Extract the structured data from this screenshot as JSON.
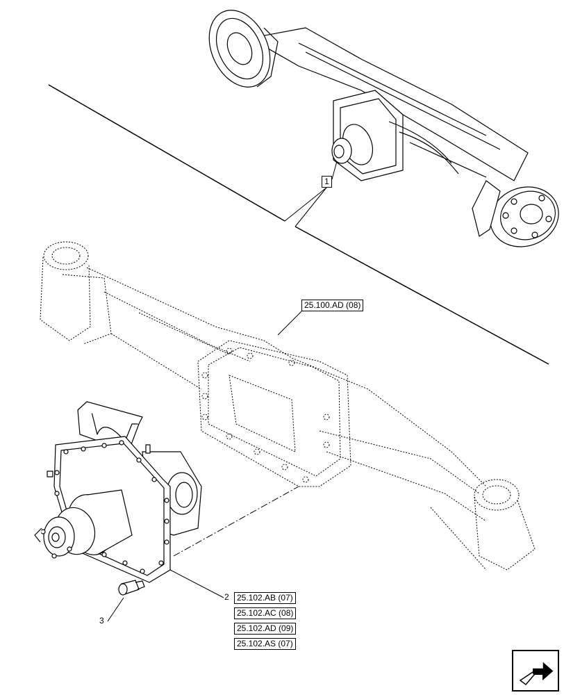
{
  "callouts": {
    "item1": "1",
    "item2": "2",
    "item3": "3"
  },
  "references": {
    "housing": "25.100.AD (08)",
    "diff_ab": "25.102.AB (07)",
    "diff_ac": "25.102.AC (08)",
    "diff_ad": "25.102.AD (09)",
    "diff_as": "25.102.AS (07)"
  },
  "icons": {
    "nav": "arrow-next-icon"
  }
}
